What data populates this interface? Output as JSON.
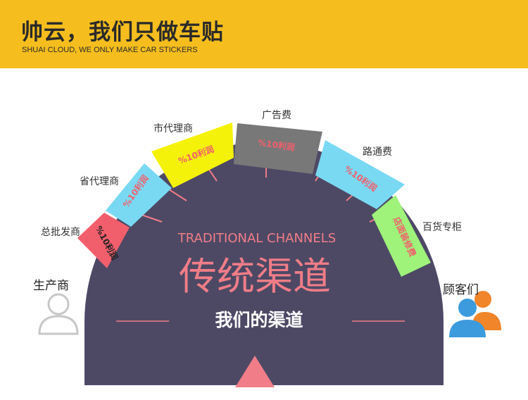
{
  "header": {
    "title": "帅云，我们只做车贴",
    "subtitle": "SHUAI CLOUD, WE ONLY MAKE CAR STICKERS",
    "background_color": "#f5be1e"
  },
  "diagram": {
    "english_title": "TRADITIONAL CHANNELS",
    "main_title": "传统渠道",
    "our_channel": "我们的渠道",
    "producer": {
      "label": "生产商",
      "icon": "person-outline-icon"
    },
    "customers": {
      "label": "顾客们",
      "icon": "customers-group-icon"
    },
    "segments": [
      {
        "label": "总批发商",
        "badge": "%10利润",
        "color": "#f25f6c",
        "text_color": "#222222"
      },
      {
        "label": "省代理商",
        "badge": "%10利润",
        "color": "#79d9f2",
        "text_color": "#f25f6c"
      },
      {
        "label": "市代理商",
        "badge": "%10利润",
        "color": "#f5f20a",
        "text_color": "#f25f6c"
      },
      {
        "label": "广告费",
        "badge": "%10利润",
        "color": "#787878",
        "text_color": "#f25f6c"
      },
      {
        "label": "路通费",
        "badge": "%10利润",
        "color": "#79d9f2",
        "text_color": "#f25f6c"
      },
      {
        "label": "百货专柜",
        "badge": "店面装修费",
        "color": "#9ff27a",
        "text_color": "#f25f6c"
      }
    ],
    "colors": {
      "dome": "#4d4965",
      "accent": "#f07d87",
      "triangle": "#f07d87"
    }
  }
}
